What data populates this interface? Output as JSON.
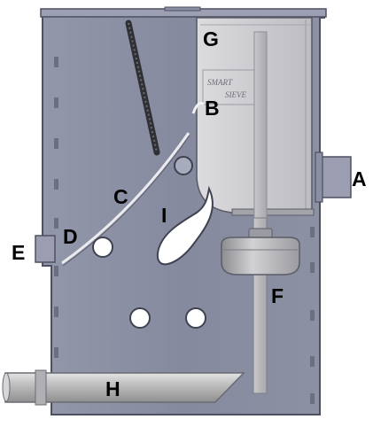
{
  "diagram": {
    "labels": {
      "A": "A",
      "B": "B",
      "C": "C",
      "D": "D",
      "E": "E",
      "F": "F",
      "G": "G",
      "H": "H",
      "I": "I"
    },
    "logo": {
      "line1": "SMART",
      "line2": "SIEVE"
    },
    "colors": {
      "tank_body": "#8a8fa3",
      "tank_edge": "#4d5060",
      "chamber": "#c8c8cc",
      "pipe": "#b6b6b6",
      "background": "#ffffff"
    }
  }
}
